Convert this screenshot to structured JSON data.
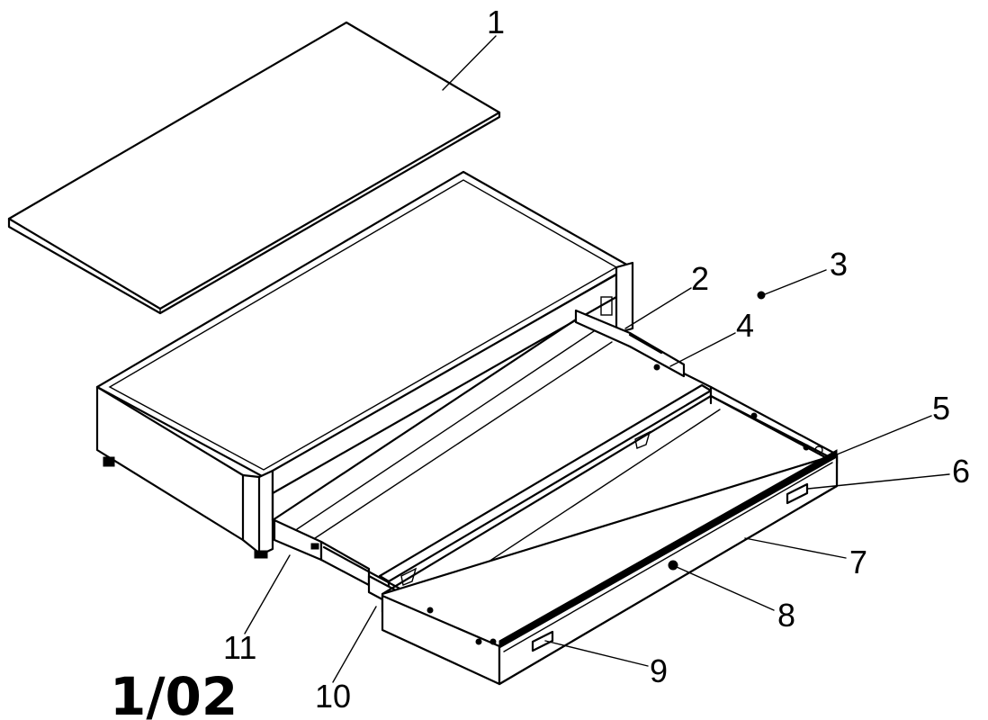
{
  "drawing": {
    "sheet_number": "1/02",
    "reference_labels": [
      "1",
      "2",
      "3",
      "4",
      "5",
      "6",
      "7",
      "8",
      "9",
      "10",
      "11"
    ]
  }
}
